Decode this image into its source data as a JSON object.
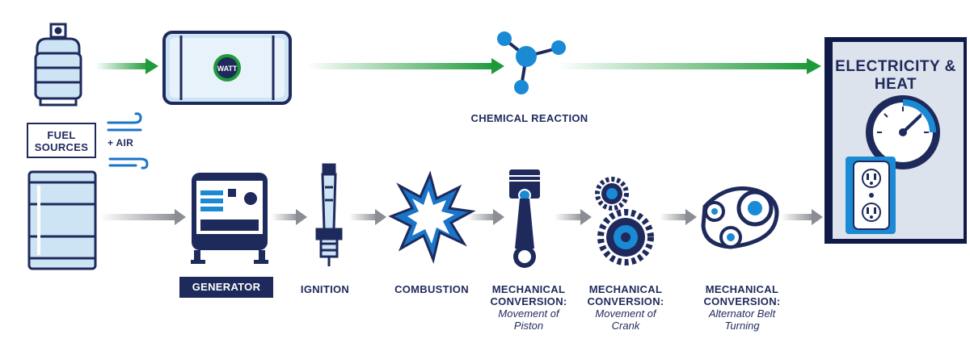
{
  "diagram": {
    "fuel_sources_label": "FUEL SOURCES",
    "air_label": "+ AIR",
    "chemical_reaction_label": "CHEMICAL REACTION",
    "generator_label": "GENERATOR",
    "ignition_label": "IGNITION",
    "combustion_label": "COMBUSTION",
    "mechanical_piston": {
      "title": "MECHANICAL CONVERSION:",
      "detail": "Movement of Piston"
    },
    "mechanical_crank": {
      "title": "MECHANICAL CONVERSION:",
      "detail": "Movement of Crank"
    },
    "mechanical_alternator": {
      "title": "MECHANICAL CONVERSION:",
      "detail": "Alternator Belt Turning"
    },
    "output_label": "ELECTRICITY & HEAT",
    "logo_text": "WATT"
  },
  "colors": {
    "navy": "#1f2a5c",
    "blue": "#1a74c8",
    "light_blue": "#cde4f5",
    "green_arrow": "#1f9a3a",
    "gray_arrow": "#8a8d93",
    "output_panel": "#dde3ec"
  },
  "icons": [
    "propane-tank-icon",
    "fuel-cell-icon",
    "molecule-icon",
    "oil-drum-icon",
    "wind-icon",
    "generator-icon",
    "spark-plug-icon",
    "explosion-icon",
    "piston-icon",
    "gears-icon",
    "belt-pulley-icon",
    "gauge-icon",
    "outlet-icon"
  ]
}
